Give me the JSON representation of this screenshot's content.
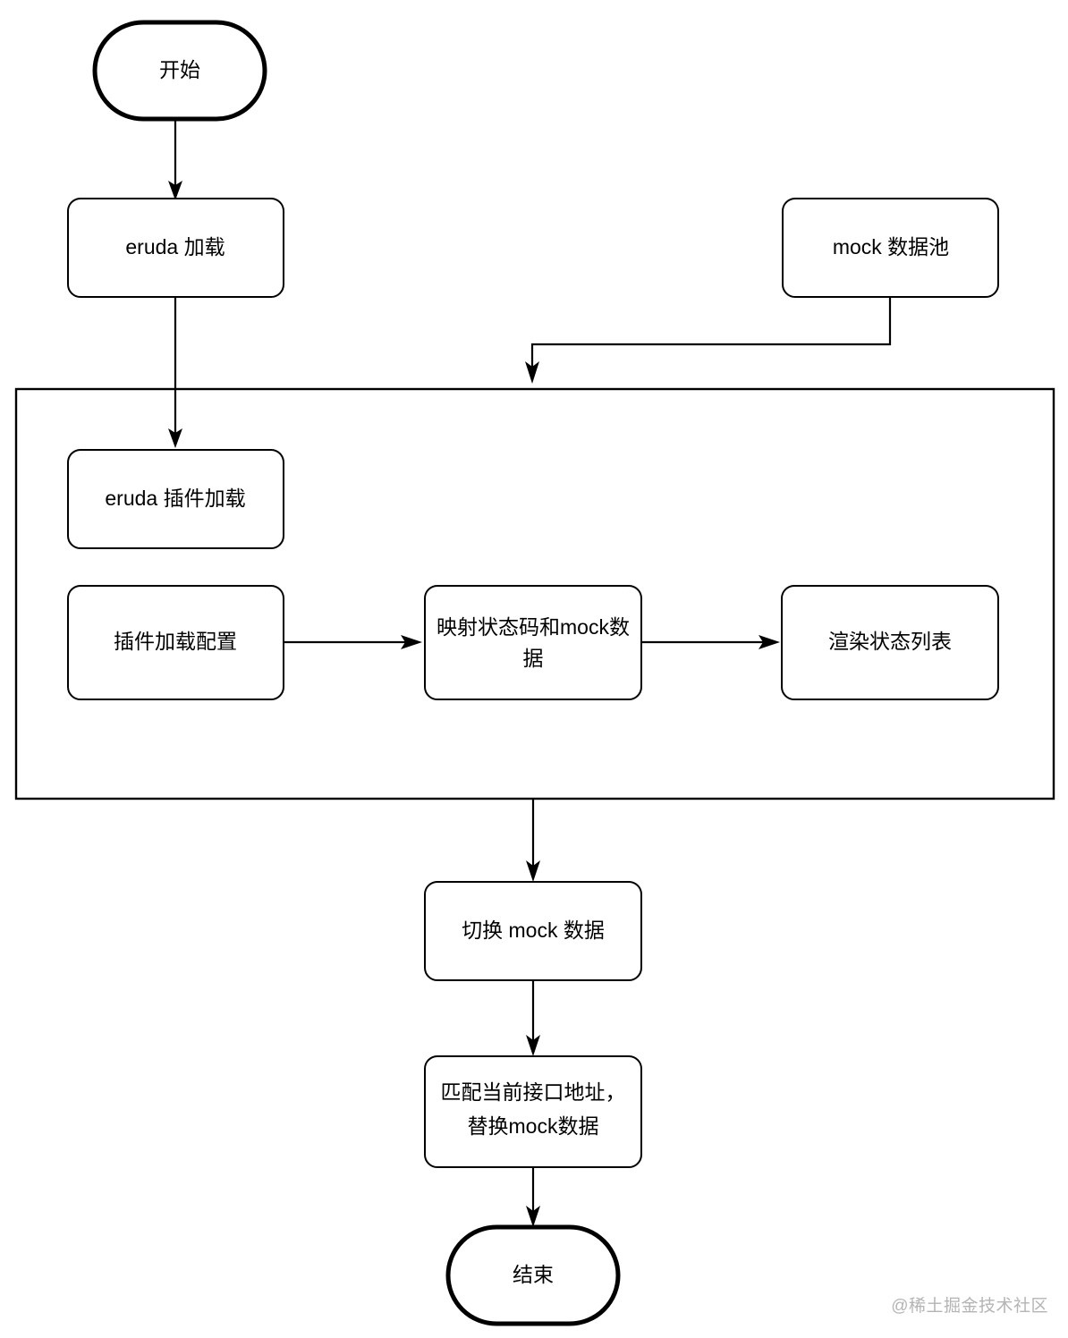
{
  "diagram": {
    "title_text": "",
    "background_color": "#ffffff",
    "stroke_color": "#000000",
    "nodes": {
      "start": {
        "label": "开始",
        "shape": "stadium"
      },
      "eruda_load": {
        "label": "eruda 加载",
        "shape": "rounded-rect"
      },
      "mock_pool": {
        "label": "mock 数据池",
        "shape": "rounded-rect"
      },
      "eruda_plugin_load": {
        "label": "eruda 插件加载",
        "shape": "rounded-rect"
      },
      "plugin_config": {
        "label": "插件加载配置",
        "shape": "rounded-rect"
      },
      "map_status": {
        "label_line1": "映射状态码和mock数",
        "label_line2": "据",
        "shape": "rounded-rect"
      },
      "render_list": {
        "label": "渲染状态列表",
        "shape": "rounded-rect"
      },
      "switch_mock": {
        "label": "切换 mock 数据",
        "shape": "rounded-rect"
      },
      "match_replace": {
        "label_line1": "匹配当前接口地址，",
        "label_line2": "替换mock数据",
        "shape": "rounded-rect"
      },
      "end": {
        "label": "结束",
        "shape": "stadium"
      }
    },
    "group": {
      "label": "",
      "shape": "rect"
    },
    "edges": [
      {
        "from": "start",
        "to": "eruda_load",
        "type": "straight-down"
      },
      {
        "from": "eruda_load",
        "to": "eruda_plugin_load",
        "type": "straight-down"
      },
      {
        "from": "mock_pool",
        "to": "group",
        "type": "elbow-down-left-down"
      },
      {
        "from": "plugin_config",
        "to": "map_status",
        "type": "straight-right"
      },
      {
        "from": "map_status",
        "to": "render_list",
        "type": "straight-right"
      },
      {
        "from": "group",
        "to": "switch_mock",
        "type": "straight-down"
      },
      {
        "from": "switch_mock",
        "to": "match_replace",
        "type": "straight-down"
      },
      {
        "from": "match_replace",
        "to": "end",
        "type": "straight-down"
      }
    ]
  },
  "watermark": {
    "text": "@稀土掘金技术社区",
    "color": "#b4b4b4"
  }
}
